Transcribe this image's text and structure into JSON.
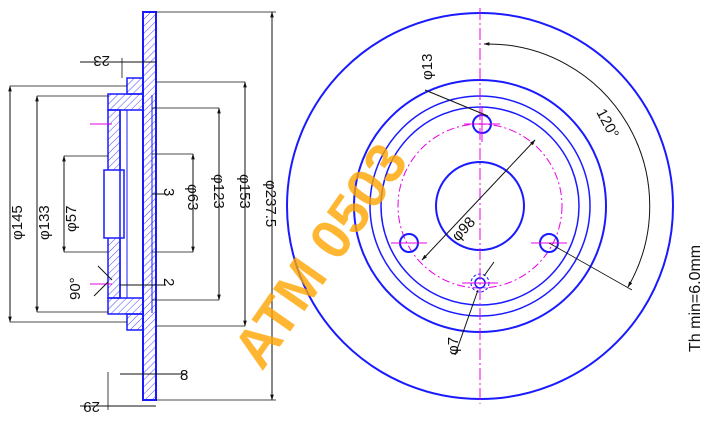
{
  "dimensions": {
    "d145": "φ145",
    "d133": "φ133",
    "d57": "φ57",
    "d63": "φ63",
    "d123": "φ123",
    "d153": "φ153",
    "d237_5": "φ237.5",
    "d13": "φ13",
    "d98": "φ98",
    "d7": "φ7",
    "angle120": "120°",
    "angle90": "90°",
    "h23": "23",
    "h29": "29",
    "h8": "8",
    "h3": "3",
    "h2": "2"
  },
  "th_min": "Th min=6.0mm",
  "watermark": "ATM 0503",
  "colors": {
    "line": "#1a1aff",
    "center": "#e600e6",
    "dim": "#111111",
    "watermark": "#ffa500"
  }
}
